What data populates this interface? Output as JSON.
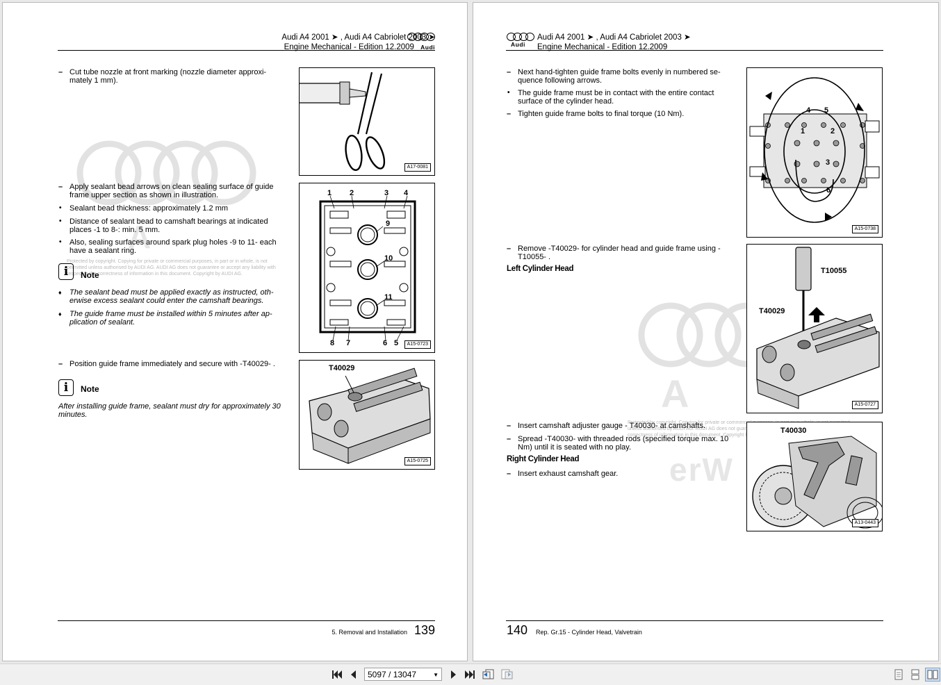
{
  "header": {
    "model_line": "Audi A4 2001 ➤ , Audi A4 Cabriolet 2003 ➤",
    "edition_line": "Engine Mechanical - Edition 12.2009",
    "brand": "Audi"
  },
  "left_page": {
    "steps_1": [
      {
        "marker": "–",
        "text": "Cut tube nozzle at front marking (nozzle diameter approxi-mately 1 mm)."
      }
    ],
    "steps_2": [
      {
        "marker": "–",
        "text": "Apply sealant bead arrows on clean sealing surface of guide frame upper section as shown in illustration."
      },
      {
        "marker": "•",
        "text": "Sealant bead thickness: approximately 1.2 mm"
      },
      {
        "marker": "•",
        "text": "Distance of sealant bead to camshaft bearings at indicated places -1 to 8-: min. 5 mm."
      },
      {
        "marker": "•",
        "text": "Also, sealing surfaces around spark plug holes -9 to 11- each have a sealant ring."
      }
    ],
    "note_label": "Note",
    "warnings": [
      {
        "marker": "♦",
        "text": "The sealant bead must be applied exactly as instructed, oth-erwise excess sealant could enter the camshaft bearings."
      },
      {
        "marker": "♦",
        "text": "The guide frame must be installed within 5 minutes after ap-plication of sealant."
      }
    ],
    "step_3": {
      "marker": "–",
      "text": "Position guide frame immediately and secure with -T40029- ."
    },
    "note2_label": "Note",
    "note2_text": "After installing guide frame, sealant must dry for approximately 30 minutes.",
    "copyright": "Protected by copyright. Copying for private or commercial purposes, in part or in whole, is not permitted unless authorised by AUDI AG. AUDI AG does not guarantee or accept any liability with respect to the correctness of information in this document. Copyright by AUDI AG.",
    "figures": {
      "fig1_code": "A17-0081",
      "fig2_code": "A15-0723",
      "fig2_callouts": [
        "1",
        "2",
        "3",
        "4",
        "9",
        "10",
        "11",
        "8",
        "7",
        "6",
        "5"
      ],
      "fig3_code": "A15-0725",
      "fig3_tool": "T40029"
    },
    "footer_section": "5. Removal and Installation",
    "page_number": "139"
  },
  "right_page": {
    "steps_1": [
      {
        "marker": "–",
        "text": "Next hand-tighten guide frame bolts evenly in numbered se-quence following arrows."
      },
      {
        "marker": "•",
        "text": "The guide frame must be in contact with the entire contact surface of the cylinder head."
      },
      {
        "marker": "–",
        "text": "Tighten guide frame bolts to final torque (10 Nm)."
      }
    ],
    "step_2": {
      "marker": "–",
      "text": "Remove -T40029- for cylinder head and guide frame using -T10055- ."
    },
    "left_cyl_heading": "Left Cylinder Head",
    "steps_3": [
      {
        "marker": "–",
        "text": "Insert camshaft adjuster gauge - T40030- at camshafts."
      },
      {
        "marker": "–",
        "text": "Spread -T40030- with threaded rods (specified torque max. 10 Nm) until it is seated with no play."
      }
    ],
    "right_cyl_heading": "Right Cylinder Head",
    "step_4": {
      "marker": "–",
      "text": "Insert exhaust camshaft gear."
    },
    "figures": {
      "fig1_code": "A15-0738",
      "fig1_callouts": [
        "4",
        "5",
        "1",
        "2",
        "3",
        "6"
      ],
      "fig2_code": "A15-0727",
      "fig2_tool_a": "T10055",
      "fig2_tool_b": "T40029",
      "fig3_code": "A13-0443",
      "fig3_tool": "T40030"
    },
    "watermark_text": "erW",
    "page_number": "140",
    "footer_section": "Rep. Gr.15 - Cylinder Head, Valvetrain"
  },
  "toolbar": {
    "page_display": "5097 / 13047"
  }
}
